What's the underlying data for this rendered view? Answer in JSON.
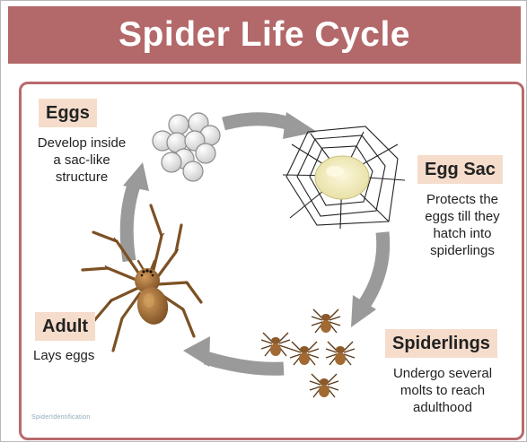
{
  "title": "Spider Life Cycle",
  "stages": [
    {
      "name": "Eggs",
      "description": [
        "Develop inside",
        "a sac-like",
        "structure"
      ]
    },
    {
      "name": "Egg Sac",
      "description": [
        "Protects the",
        "eggs till they",
        "hatch into",
        "spiderlings"
      ]
    },
    {
      "name": "Spiderlings",
      "description": [
        "Undergo several",
        "molts to reach",
        "adulthood"
      ]
    },
    {
      "name": "Adult",
      "description": [
        "Lays eggs"
      ]
    }
  ],
  "brand": "SpiderIdentification",
  "colors": {
    "header": "#b3686a",
    "panel_border": "#b96a6c",
    "label_bg": "#f6dccb",
    "arrow": "#9a9a9a",
    "spider": "#a5743c",
    "egg": "#eeeeee",
    "egg_sac": "#f1edc0"
  },
  "icons": [
    "eggs-icon",
    "egg-sac-web-icon",
    "spiderlings-icon",
    "adult-spider-icon",
    "cycle-arrow-icon"
  ]
}
